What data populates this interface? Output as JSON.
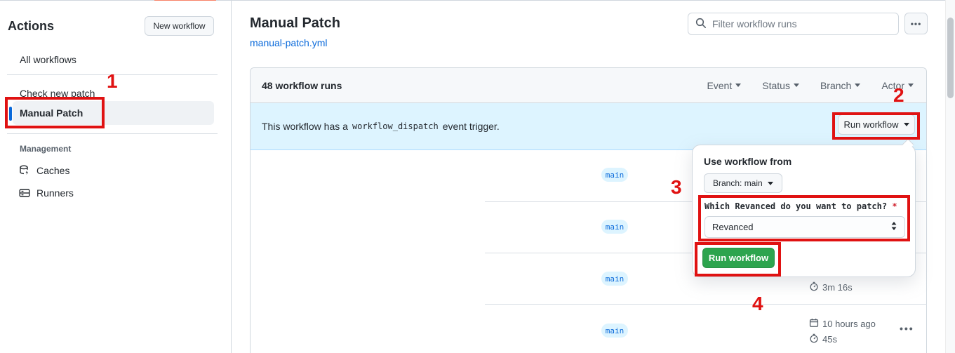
{
  "accent_colors": {
    "annotation_red": "#e01212",
    "link_blue": "#0969da",
    "badge_bg": "#ddf4ff",
    "green_button": "#2da44e",
    "tab_indicator_orange": "#f78166"
  },
  "sidebar": {
    "title": "Actions",
    "new_workflow_button": "New workflow",
    "items": [
      {
        "label": "All workflows"
      },
      {
        "label": "Check new patch"
      },
      {
        "label": "Manual Patch",
        "selected": true
      }
    ],
    "management": {
      "header": "Management",
      "items": [
        {
          "label": "Caches",
          "icon": "cache-icon"
        },
        {
          "label": "Runners",
          "icon": "runners-icon"
        }
      ]
    }
  },
  "header": {
    "title": "Manual Patch",
    "file_link": "manual-patch.yml",
    "filter_placeholder": "Filter workflow runs",
    "more_button": "•••"
  },
  "runs_table": {
    "count_label": "48 workflow runs",
    "filters": [
      {
        "label": "Event"
      },
      {
        "label": "Status"
      },
      {
        "label": "Branch"
      },
      {
        "label": "Actor"
      }
    ],
    "banner": {
      "text_before": "This workflow has a",
      "code": "workflow_dispatch",
      "text_after": "event trigger.",
      "run_workflow_button": "Run workflow"
    },
    "rows": [
      {
        "branch": "main"
      },
      {
        "branch": "main"
      },
      {
        "branch": "main",
        "duration": "3m 16s"
      },
      {
        "branch": "main",
        "date": "10 hours ago",
        "duration": "45s",
        "more": "•••"
      }
    ]
  },
  "popover": {
    "title": "Use workflow from",
    "branch_button": "Branch: main",
    "input_label": "Which Revanced do you want to patch?",
    "required_marker": "*",
    "select_value": "Revanced",
    "run_button": "Run workflow"
  },
  "annotations": {
    "steps": [
      "1",
      "2",
      "3",
      "4"
    ]
  }
}
